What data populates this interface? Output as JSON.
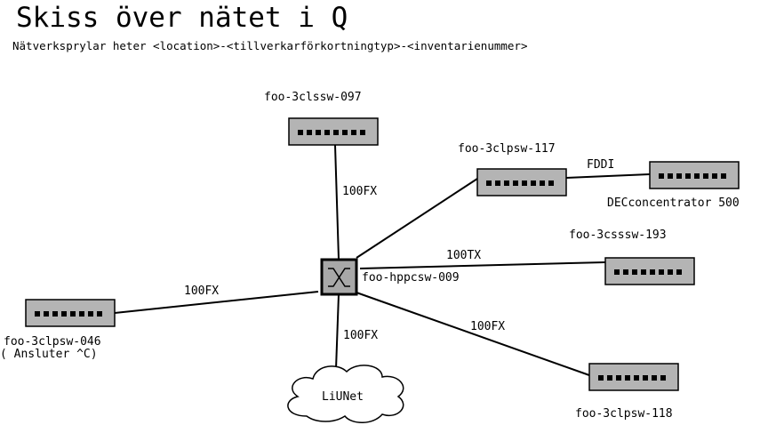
{
  "title": "Skiss över nätet i Q",
  "subtitle": "Nätverksprylar heter <location>-<tillverkarförkortningtyp>-<inventarienummer>",
  "devices": {
    "sw097": "foo-3clssw-097",
    "sw117": "foo-3clpsw-117",
    "dec": "DECconcentrator 500",
    "sw193": "foo-3csssw-193",
    "core": "foo-hppcsw-009",
    "sw046": "foo-3clpsw-046",
    "sw046_note": "( Ansluter ^C)",
    "sw118": "foo-3clpsw-118",
    "cloud": "LiUNet"
  },
  "links": {
    "to097": "100FX",
    "fddi": "FDDI",
    "to193": "100TX",
    "to046": "100FX",
    "toLiunet": "100FX",
    "to118": "100FX"
  },
  "colors": {
    "device_fill": "#b4b4b4",
    "switch_fill": "#a8a8a8"
  }
}
